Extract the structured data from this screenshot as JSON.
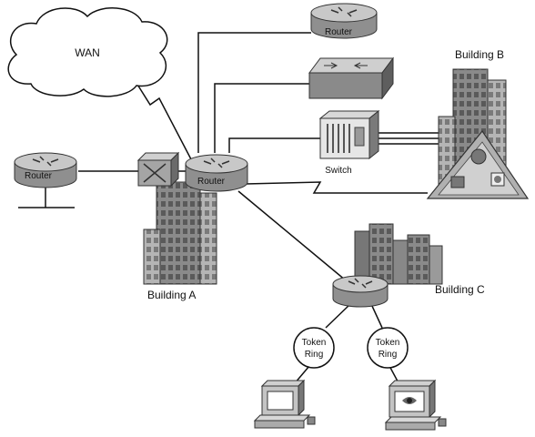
{
  "labels": {
    "wan": "WAN",
    "router_top": "Router",
    "router_left": "Router",
    "router_center": "Router",
    "building_b": "Building B",
    "switch": "Switch",
    "building_a": "Building A",
    "building_c": "Building C",
    "token_ring_left_1": "Token",
    "token_ring_left_2": "Ring",
    "token_ring_right_1": "Token",
    "token_ring_right_2": "Ring"
  },
  "colors": {
    "line": "#111111",
    "device_dark": "#6d6d6d",
    "device_mid": "#9a9a9a",
    "device_light": "#d0d0d0",
    "building": "#8a8a8a"
  }
}
